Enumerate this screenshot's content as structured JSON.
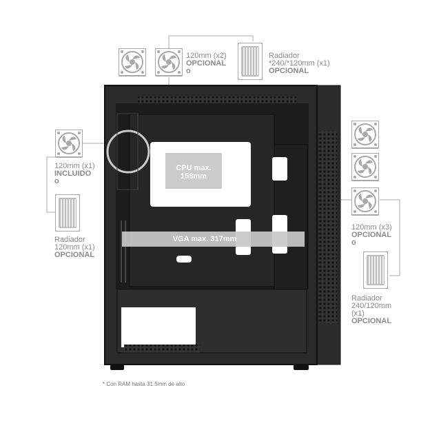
{
  "labels": {
    "top_fans": {
      "line1": "120mm (x2)",
      "line2": "OPCIONAL",
      "line3": "o"
    },
    "top_radiator": {
      "line1": "Radiador",
      "line2": "*240/*120mm (x1)",
      "line3": "OPCIONAL"
    },
    "rear_fan": {
      "line1": "120mm (x1)",
      "line2": "INCLUIDO",
      "line3": "o"
    },
    "rear_radiator": {
      "line1": "Radiador",
      "line2": "120mm (x1)",
      "line3": "OPCIONAL"
    },
    "front_fans": {
      "line1": "120mm (x3)",
      "line2": "OPCIONAL",
      "line3": "o"
    },
    "front_radiator": {
      "line1": "Radiador",
      "line2": "240/120mm",
      "line3": "(x1)",
      "line4": "OPCIONAL"
    }
  },
  "overlays": {
    "cpu": {
      "line1": "CPU max.",
      "line2": "158mm"
    },
    "vga": "VGA max. 317mm"
  },
  "footnote": "* Con RAM hasta 31.5mm de alto",
  "colors": {
    "icon_gray": "#a8a8a8",
    "label_gray": "#8a8a8a",
    "case_dark": "#2a2a2a",
    "overlay": "#c9c9c9"
  },
  "icons": [
    "fan-icon",
    "radiator-icon"
  ]
}
